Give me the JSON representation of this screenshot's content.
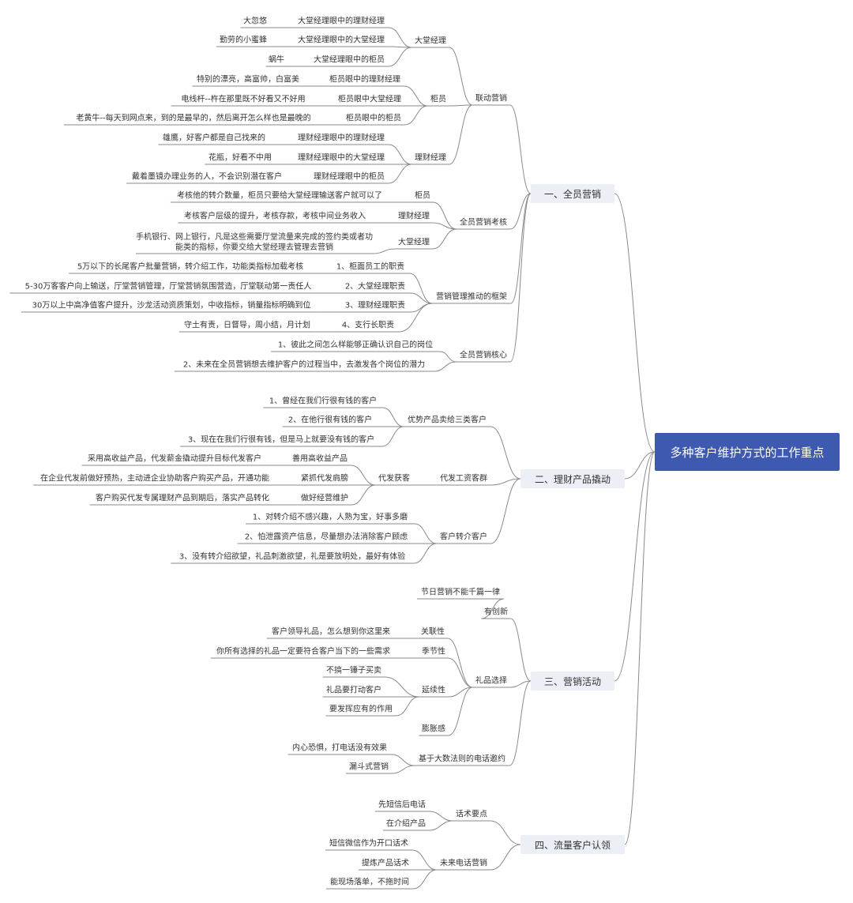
{
  "root": "多种客户维护方式的工作重点",
  "branches": [
    {
      "label": "一、全员营销",
      "children": [
        {
          "label": "联动营销",
          "children": [
            {
              "label": "大堂经理",
              "children": [
                {
                  "label": "大堂经理眼中的理财经理",
                  "children": [
                    {
                      "label": "大忽悠"
                    }
                  ]
                },
                {
                  "label": "大堂经理眼中的大堂经理",
                  "children": [
                    {
                      "label": "勤劳的小蜜蜂"
                    }
                  ]
                },
                {
                  "label": "大堂经理眼中的柜员",
                  "children": [
                    {
                      "label": "蜗牛"
                    }
                  ]
                }
              ]
            },
            {
              "label": "柜员",
              "children": [
                {
                  "label": "柜员眼中的理财经理",
                  "children": [
                    {
                      "label": "特别的漂亮，高富帅，白富美"
                    }
                  ]
                },
                {
                  "label": "柜员眼中大堂经理",
                  "children": [
                    {
                      "label": "电线杆--杵在那里既不好看又不好用"
                    }
                  ]
                },
                {
                  "label": "柜员眼中的柜员",
                  "children": [
                    {
                      "label": "老黄牛--每天到网点来，到的是最早的，然后离开怎么样也是最晚的"
                    }
                  ]
                }
              ]
            },
            {
              "label": "理财经理",
              "children": [
                {
                  "label": "理财经理眼中的理财经理",
                  "children": [
                    {
                      "label": "雄鹰，好客户都是自己找来的"
                    }
                  ]
                },
                {
                  "label": "理财经理眼中的大堂经理",
                  "children": [
                    {
                      "label": "花瓶，好看不中用"
                    }
                  ]
                },
                {
                  "label": "理财经理眼中的柜员",
                  "children": [
                    {
                      "label": "戴着墨镜办理业务的人，不会识别潜在客户"
                    }
                  ]
                }
              ]
            }
          ]
        },
        {
          "label": "全员营销考核",
          "children": [
            {
              "label": "柜员",
              "children": [
                {
                  "label": "考核他的转介数量，柜员只要给大堂经理输送客户就可以了"
                }
              ]
            },
            {
              "label": "理财经理",
              "children": [
                {
                  "label": "考核客户层级的提升，考核存款，考核中间业务收入"
                }
              ]
            },
            {
              "label": "大堂经理",
              "children": [
                {
                  "label": "手机银行、网上银行，凡是这些需要厅堂流量来完成的签约类或者功能类的指标，你要交给大堂经理去管理去营销"
                }
              ]
            }
          ]
        },
        {
          "label": "营销管理推动的框架",
          "children": [
            {
              "label": "1、柜面员工的职责",
              "children": [
                {
                  "label": "5万以下的长尾客户批量营销，转介绍工作，功能类指标加载考核"
                }
              ]
            },
            {
              "label": "2、大堂经理职责",
              "children": [
                {
                  "label": "5-30万客客户向上输送，厅堂营销管理，厅堂营销氛围营造，厅堂联动第一责任人"
                }
              ]
            },
            {
              "label": "3、理财经理职责",
              "children": [
                {
                  "label": "30万以上中高净值客户提升，沙龙活动资质策划，中收指标，销量指标明确到位"
                }
              ]
            },
            {
              "label": "4、支行长职责",
              "children": [
                {
                  "label": "守土有责，日督导，周小结，月计划"
                }
              ]
            }
          ]
        },
        {
          "label": "全员营销核心",
          "children": [
            {
              "label": "1、彼此之间怎么样能够正确认识自己的岗位"
            },
            {
              "label": "2、未来在全员营销想去维护客户的过程当中，去激发各个岗位的潜力"
            }
          ]
        }
      ]
    },
    {
      "label": "二、理财产品撬动",
      "children": [
        {
          "label": "优势产品卖给三类客户",
          "children": [
            {
              "label": "1、曾经在我们行很有钱的客户"
            },
            {
              "label": "2、在他行很有钱的客户"
            },
            {
              "label": "3、现在在我们行很有钱，但是马上就要没有钱的客户"
            }
          ]
        },
        {
          "label": "代发工资客群",
          "children": [
            {
              "label": "代发获客",
              "children": [
                {
                  "label": "善用高收益产品",
                  "children": [
                    {
                      "label": "采用高收益产品，代发薪金撬动提升目标代发客户"
                    }
                  ]
                },
                {
                  "label": "紧抓代发肩膀",
                  "children": [
                    {
                      "label": "在企业代发前做好预热，主动进企业协助客户购买产品，开通功能"
                    }
                  ]
                },
                {
                  "label": "做好经营维护",
                  "children": [
                    {
                      "label": "客户购买代发专属理财产品到期后，落实产品转化"
                    }
                  ]
                }
              ]
            }
          ]
        },
        {
          "label": "客户转介客户",
          "children": [
            {
              "label": "1、对转介绍不感兴趣，人熟为宝，好事多磨"
            },
            {
              "label": "2、怕泄露资产信息，尽量想办法消除客户顾虑"
            },
            {
              "label": "3、没有转介绍欲望，礼品刺激欲望，礼是要放明处，最好有体验"
            }
          ]
        }
      ]
    },
    {
      "label": "三、营销活动",
      "children": [
        {
          "label": "有创新",
          "children": [
            {
              "label": "节日营销不能千篇一律"
            }
          ]
        },
        {
          "label": "礼品选择",
          "children": [
            {
              "label": "关联性",
              "children": [
                {
                  "label": "客户领导礼品，怎么想到你这里来"
                }
              ]
            },
            {
              "label": "季节性",
              "children": [
                {
                  "label": "你所有选择的礼品一定要符合客户当下的一些需求"
                }
              ]
            },
            {
              "label": "延续性",
              "children": [
                {
                  "label": "不搞一锤子买卖"
                },
                {
                  "label": "礼品要打动客户"
                },
                {
                  "label": "要发挥应有的作用"
                }
              ]
            },
            {
              "label": "膨胀感"
            }
          ]
        },
        {
          "label": "基于大数法则的电话邀约",
          "children": [
            {
              "label": "内心恐惧，打电话没有效果"
            },
            {
              "label": "漏斗式营销"
            }
          ]
        }
      ]
    },
    {
      "label": "四、流量客户认领",
      "children": [
        {
          "label": "话术要点",
          "children": [
            {
              "label": "先短信后电话"
            },
            {
              "label": "在介绍产品"
            }
          ]
        },
        {
          "label": "未来电话营销",
          "children": [
            {
              "label": "短信微信作为开口话术"
            },
            {
              "label": "提炼产品话术"
            },
            {
              "label": "能现场落单，不拖时间"
            }
          ]
        }
      ]
    }
  ]
}
